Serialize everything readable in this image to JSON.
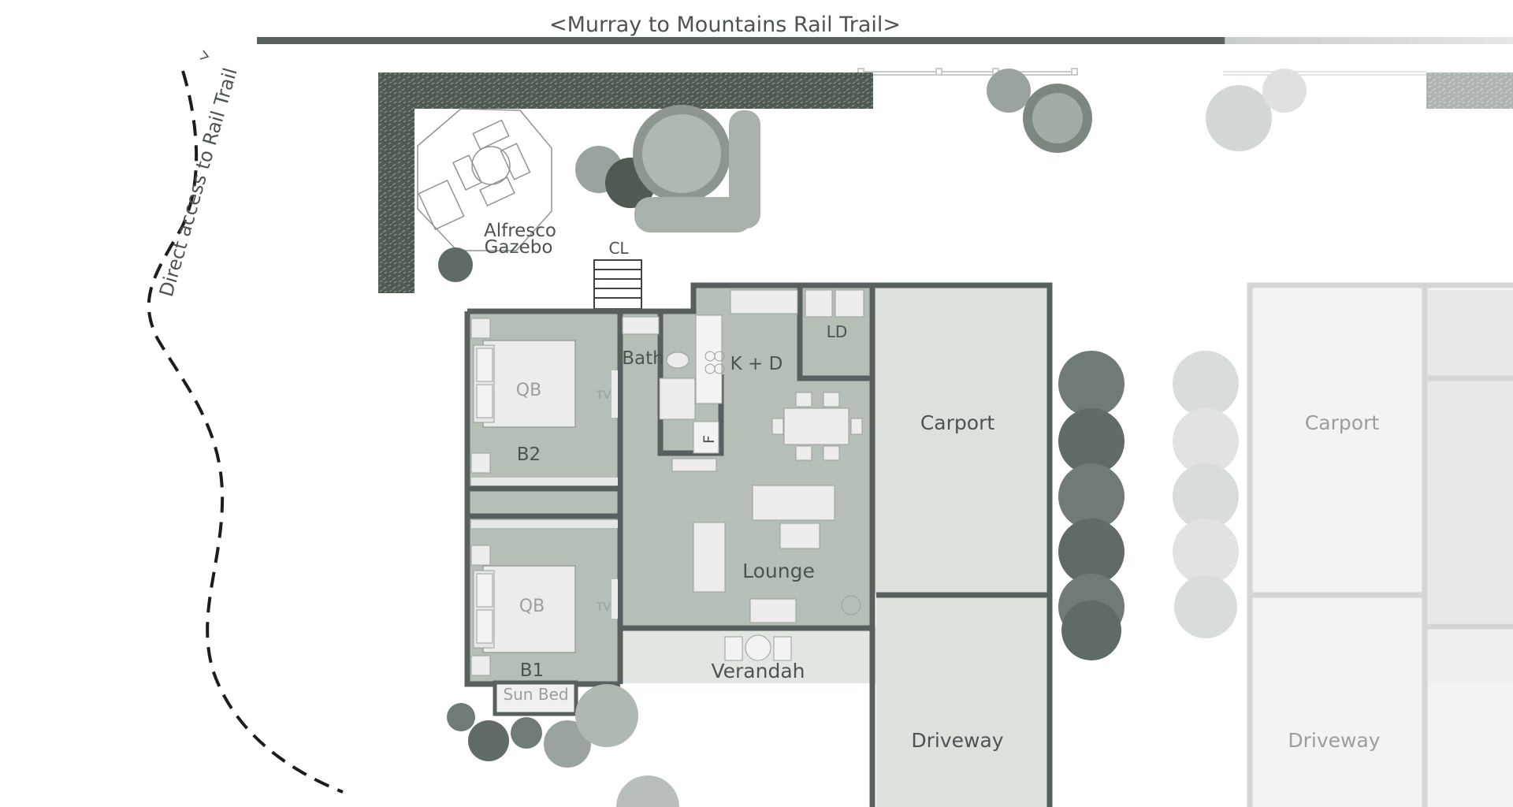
{
  "colors": {
    "wall": "#58605f",
    "room_fill": "#b6bfb6",
    "carport_fill": "#dde1dc",
    "verandah_fill": "#e2e6e1",
    "hedge": "#4e5a52",
    "shrub": "#5f6b64",
    "text": "#4d5352",
    "faded_text": "#9a9e9d",
    "path": "#1d1d1d"
  },
  "labels": {
    "rail_trail": "<Murray to Mountains Rail Trail>",
    "direct_access": "Direct access to Rail  Trail",
    "alfresco_line1": "Alfresco",
    "alfresco_line2": "Gazebo",
    "cl": "CL",
    "bath": "Bath",
    "kitchen_dining": "K + D",
    "ld": "LD",
    "fridge": "F",
    "qb_b2": "QB",
    "tv_b2": "TV",
    "b2": "B2",
    "qb_b1": "QB",
    "tv_b1": "TV",
    "b1": "B1",
    "sun_bed": "Sun Bed",
    "lounge": "Lounge",
    "verandah": "Verandah",
    "carport": "Carport",
    "driveway": "Driveway",
    "carport_neighbor": "Carport",
    "driveway_neighbor": "Driveway"
  }
}
